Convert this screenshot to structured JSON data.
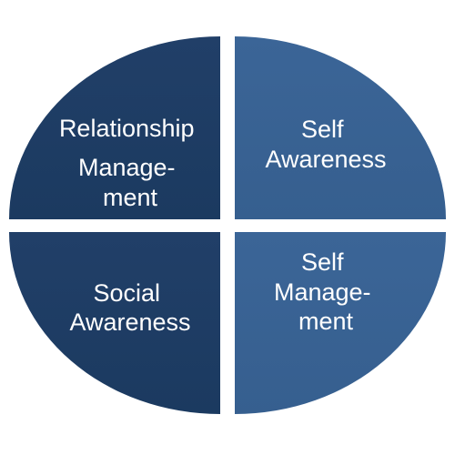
{
  "colors": {
    "dark_quadrant": "#1e3f66",
    "light_quadrant": "#3a6394",
    "background": "#ffffff",
    "text": "#ffffff"
  },
  "quadrants": {
    "top_left": {
      "lines": [
        "Relationship",
        "Manage-",
        "ment"
      ]
    },
    "top_right": {
      "lines": [
        "Self",
        "Awareness"
      ]
    },
    "bottom_left": {
      "lines": [
        "Social",
        "Awareness"
      ]
    },
    "bottom_right": {
      "lines": [
        "Self",
        "Manage-",
        "ment"
      ]
    }
  }
}
